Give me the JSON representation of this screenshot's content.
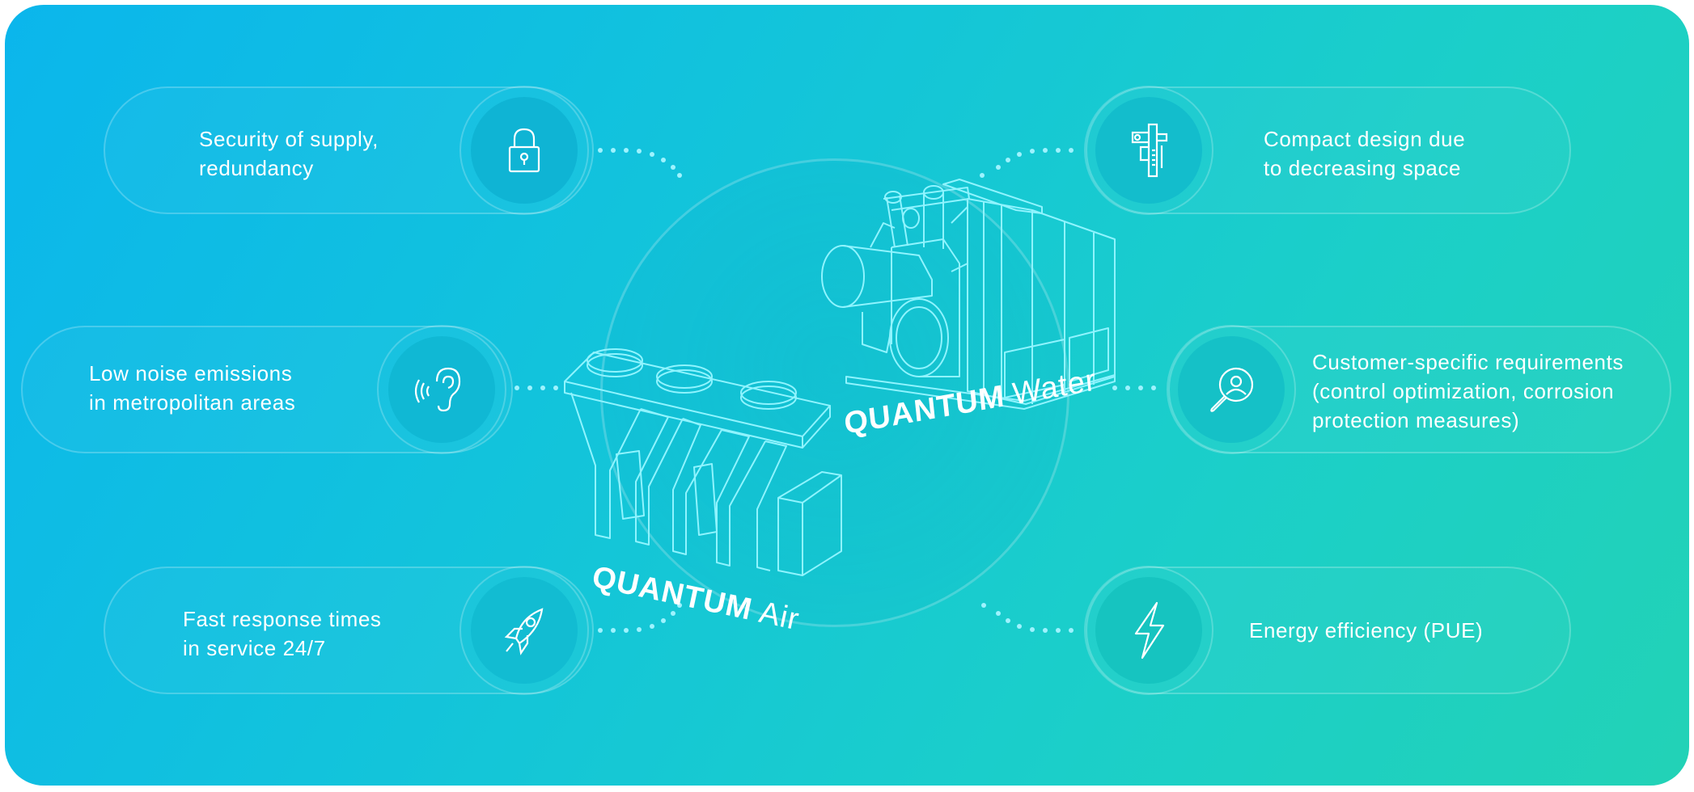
{
  "features": {
    "security": {
      "text": "Security of supply,\nredundancy",
      "icon": "lock-icon"
    },
    "noise": {
      "text": "Low noise emissions\nin metropolitan areas",
      "icon": "ear-sound-icon"
    },
    "response": {
      "text": "Fast response times\nin service 24/7",
      "icon": "rocket-icon"
    },
    "compact": {
      "text": "Compact design due\nto decreasing space",
      "icon": "caliper-icon"
    },
    "customer": {
      "text": "Customer-specific requirements\n(control optimization, corrosion\nprotection measures)",
      "icon": "magnifier-person-icon"
    },
    "energy": {
      "text": "Energy efficiency (PUE)",
      "icon": "lightning-icon"
    }
  },
  "machines": {
    "water": {
      "brand": "QUANTUM",
      "type": "Water"
    },
    "air": {
      "brand": "QUANTUM",
      "type": "Air"
    }
  },
  "colors": {
    "gradient_start": "#0bb6ec",
    "gradient_end": "#22d2b6",
    "line": "#8ff4ff"
  }
}
